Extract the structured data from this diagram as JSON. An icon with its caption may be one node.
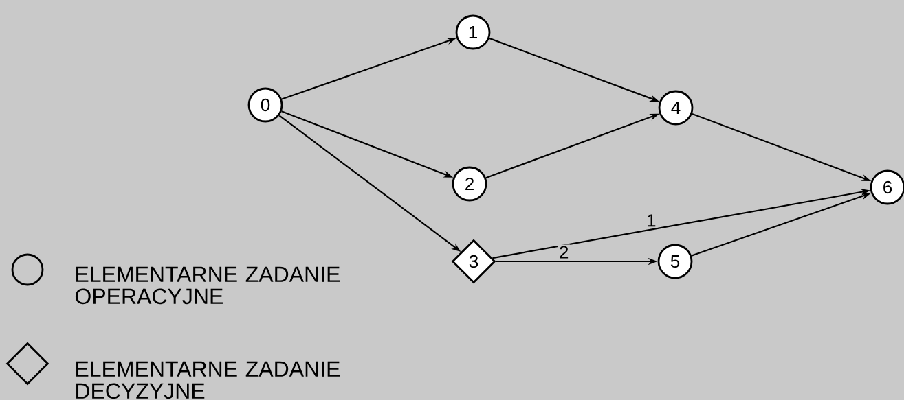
{
  "diagram": {
    "nodes": [
      {
        "text": [
          "0"
        ]
      },
      {
        "text": [
          "1"
        ]
      },
      {
        "text": [
          "2"
        ]
      },
      {
        "text": [
          "3"
        ]
      },
      {
        "text": [
          "4"
        ]
      },
      {
        "text": [
          "5"
        ]
      },
      {
        "text": [
          "6"
        ]
      }
    ],
    "edges": [
      {
        "from": 0,
        "to": 1,
        "arrow": "to"
      },
      {
        "from": 0,
        "to": 2,
        "arrow": "to"
      },
      {
        "from": 0,
        "to": 3,
        "arrow": "to"
      },
      {
        "from": 1,
        "to": 4,
        "arrow": "to"
      },
      {
        "from": 2,
        "to": 4,
        "arrow": "to"
      },
      {
        "from": 4,
        "to": 6,
        "arrow": "to"
      },
      {
        "from": 3,
        "to": 6,
        "arrow": "to",
        "label": "1"
      },
      {
        "from": 3,
        "to": 5,
        "arrow": "to",
        "label": "2"
      },
      {
        "from": 5,
        "to": 6,
        "arrow": "to"
      }
    ],
    "legend": [
      {
        "text": "ELEMENTARNE ZADANIE OPERACYJNE"
      },
      {
        "text": "ELEMENTARNE ZADANIE DECYZYJNE"
      }
    ]
  }
}
